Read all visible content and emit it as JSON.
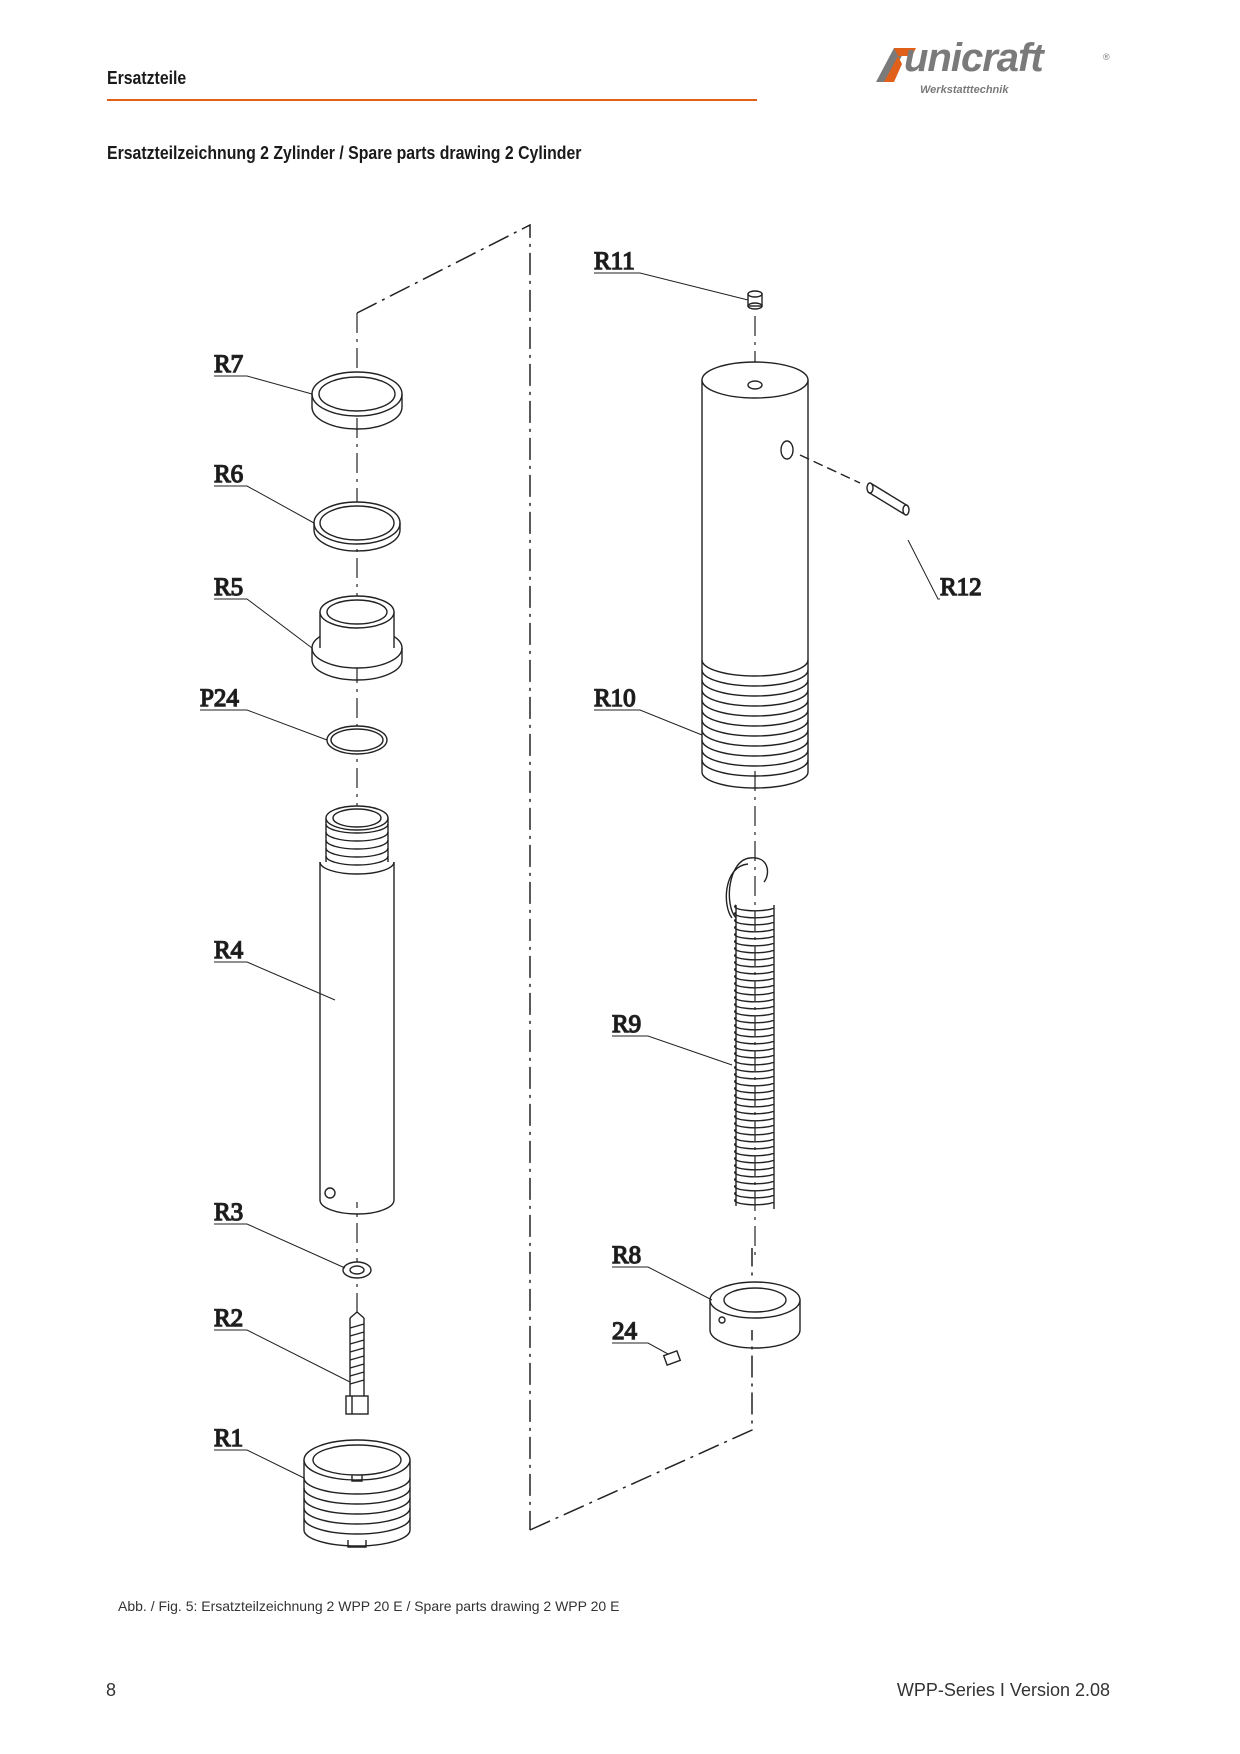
{
  "header": {
    "title": "Ersatzteile",
    "accent_color": "#e0601a"
  },
  "logo": {
    "wordmark": "unicraft",
    "subtitle": "Werkstatttechnik",
    "registered": "®",
    "color": "#7a7a7a"
  },
  "section_title": "Ersatzteilzeichnung 2   Zylinder / Spare parts drawing 2  Cylinder",
  "drawing": {
    "labels": {
      "r7": "R7",
      "r6": "R6",
      "r5": "R5",
      "p24": "P24",
      "r4": "R4",
      "r3": "R3",
      "r2": "R2",
      "r1": "R1",
      "r11": "R11",
      "r12": "R12",
      "r10": "R10",
      "r9": "R9",
      "r8": "R8",
      "n24": "24"
    }
  },
  "caption": "Abb. / Fig. 5: Ersatzteilzeichnung 2 WPP 20 E / Spare parts drawing 2 WPP 20 E",
  "footer": {
    "page_number": "8",
    "version": "WPP-Series I Version 2.08"
  }
}
